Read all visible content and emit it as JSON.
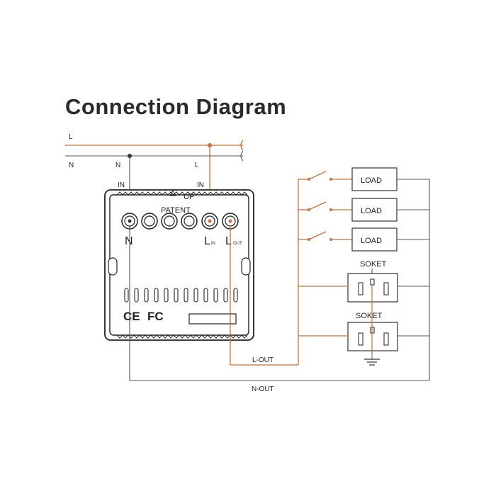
{
  "title": "Connection Diagram",
  "wires": {
    "l_label": "L",
    "n_label": "N",
    "n_drop_label": "N",
    "l_drop_label": "L",
    "in_left": "IN",
    "in_right": "IN",
    "l_out": "L-OUT",
    "n_out": "N-OUT"
  },
  "device": {
    "up_label": "UP",
    "patent_label": "PATENT",
    "terminal_n": "N",
    "terminal_lin": "L",
    "terminal_lin_sub": "IN",
    "terminal_lout": "L",
    "terminal_lout_sub": "OUT",
    "ce_mark": "CE",
    "fc_mark": "FC"
  },
  "loads": [
    "LOAD",
    "LOAD",
    "LOAD"
  ],
  "sockets": [
    "SOKET",
    "SOKET"
  ],
  "colors": {
    "live_wire": "#c8713a",
    "neutral_wire": "#555555",
    "outline": "#222222"
  }
}
